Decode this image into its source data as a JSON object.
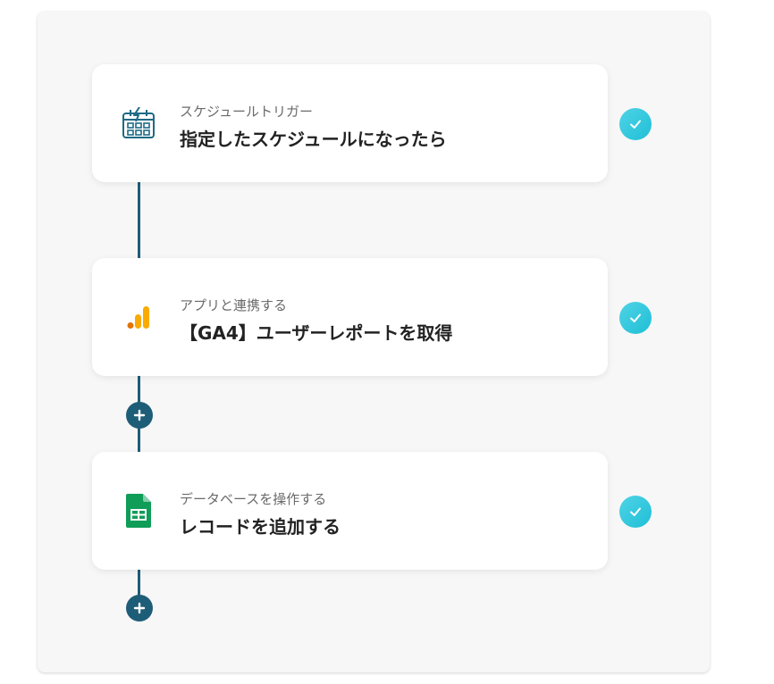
{
  "steps": [
    {
      "subtitle": "スケジュールトリガー",
      "title": "指定したスケジュールになったら",
      "icon": "schedule-calendar-icon",
      "status": "completed"
    },
    {
      "subtitle": "アプリと連携する",
      "title": "【GA4】ユーザーレポートを取得",
      "icon": "google-analytics-icon",
      "status": "completed"
    },
    {
      "subtitle": "データベースを操作する",
      "title": "レコードを追加する",
      "icon": "google-sheets-icon",
      "status": "completed"
    }
  ],
  "colors": {
    "connector": "#1e5d78",
    "check": "#22c4da",
    "schedule_icon": "#1e6a85",
    "analytics_orange": "#f9ab00",
    "analytics_dark": "#e37400",
    "sheets_green": "#0f9d58"
  }
}
